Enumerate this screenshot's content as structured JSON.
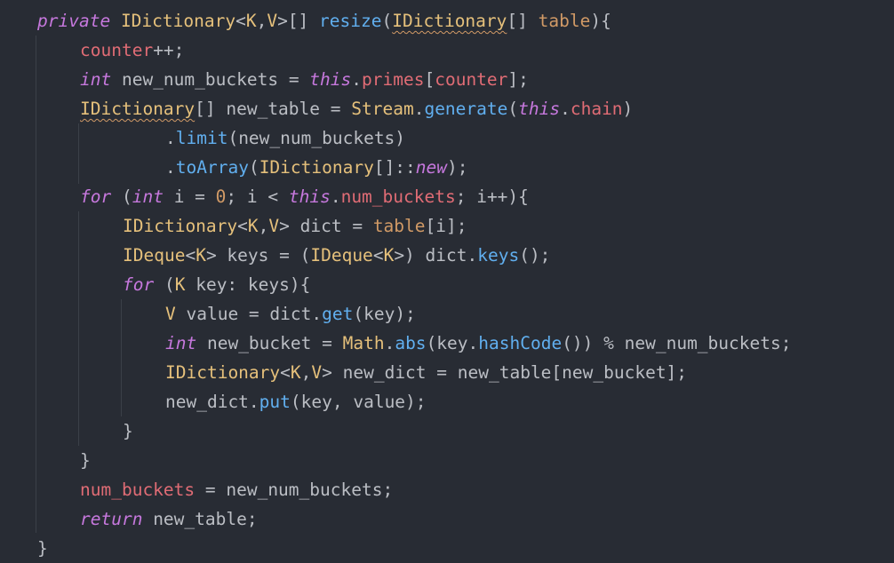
{
  "editor": {
    "background": "#282c34",
    "colors": {
      "keyword": "#c678dd",
      "function": "#61afef",
      "field": "#e06c75",
      "type": "#e5c07b",
      "number": "#d19a66",
      "plain": "#bbbec4"
    },
    "lines": [
      {
        "indent": 0,
        "tokens": [
          {
            "t": "private",
            "c": "kw"
          },
          {
            "t": " ",
            "c": "pl"
          },
          {
            "t": "IDictionary",
            "c": "typ"
          },
          {
            "t": "<",
            "c": "pl"
          },
          {
            "t": "K",
            "c": "typ"
          },
          {
            "t": ",",
            "c": "pl"
          },
          {
            "t": "V",
            "c": "typ"
          },
          {
            "t": ">[] ",
            "c": "pl"
          },
          {
            "t": "resize",
            "c": "fn"
          },
          {
            "t": "(",
            "c": "pl"
          },
          {
            "t": "IDictionary",
            "c": "typ squig"
          },
          {
            "t": "[] ",
            "c": "pl"
          },
          {
            "t": "table",
            "c": "par"
          },
          {
            "t": "){",
            "c": "pl"
          }
        ]
      },
      {
        "indent": 1,
        "tokens": [
          {
            "t": "counter",
            "c": "fld"
          },
          {
            "t": "++;",
            "c": "pl"
          }
        ]
      },
      {
        "indent": 1,
        "tokens": [
          {
            "t": "int",
            "c": "kw"
          },
          {
            "t": " new_num_buckets = ",
            "c": "pl"
          },
          {
            "t": "this",
            "c": "kw"
          },
          {
            "t": ".",
            "c": "pl"
          },
          {
            "t": "primes",
            "c": "fld"
          },
          {
            "t": "[",
            "c": "pl"
          },
          {
            "t": "counter",
            "c": "fld"
          },
          {
            "t": "];",
            "c": "pl"
          }
        ]
      },
      {
        "indent": 1,
        "tokens": [
          {
            "t": "IDictionary",
            "c": "typ squig"
          },
          {
            "t": "[] new_table = ",
            "c": "pl"
          },
          {
            "t": "Stream",
            "c": "typ"
          },
          {
            "t": ".",
            "c": "pl"
          },
          {
            "t": "generate",
            "c": "fn"
          },
          {
            "t": "(",
            "c": "pl"
          },
          {
            "t": "this",
            "c": "kw"
          },
          {
            "t": ".",
            "c": "pl"
          },
          {
            "t": "chain",
            "c": "fld"
          },
          {
            "t": ")",
            "c": "pl"
          }
        ]
      },
      {
        "indent": 3,
        "tokens": [
          {
            "t": ".",
            "c": "pl"
          },
          {
            "t": "limit",
            "c": "fn"
          },
          {
            "t": "(new_num_buckets)",
            "c": "pl"
          }
        ]
      },
      {
        "indent": 3,
        "tokens": [
          {
            "t": ".",
            "c": "pl"
          },
          {
            "t": "toArray",
            "c": "fn"
          },
          {
            "t": "(",
            "c": "pl"
          },
          {
            "t": "IDictionary",
            "c": "typ"
          },
          {
            "t": "[]::",
            "c": "pl"
          },
          {
            "t": "new",
            "c": "kw"
          },
          {
            "t": ");",
            "c": "pl"
          }
        ]
      },
      {
        "indent": 1,
        "tokens": [
          {
            "t": "for",
            "c": "kw"
          },
          {
            "t": " (",
            "c": "pl"
          },
          {
            "t": "int",
            "c": "kw"
          },
          {
            "t": " i = ",
            "c": "pl"
          },
          {
            "t": "0",
            "c": "num"
          },
          {
            "t": "; i < ",
            "c": "pl"
          },
          {
            "t": "this",
            "c": "kw"
          },
          {
            "t": ".",
            "c": "pl"
          },
          {
            "t": "num_buckets",
            "c": "fld"
          },
          {
            "t": "; i++){",
            "c": "pl"
          }
        ]
      },
      {
        "indent": 2,
        "tokens": [
          {
            "t": "IDictionary",
            "c": "typ"
          },
          {
            "t": "<",
            "c": "pl"
          },
          {
            "t": "K",
            "c": "typ"
          },
          {
            "t": ",",
            "c": "pl"
          },
          {
            "t": "V",
            "c": "typ"
          },
          {
            "t": "> dict = ",
            "c": "pl"
          },
          {
            "t": "table",
            "c": "par"
          },
          {
            "t": "[i];",
            "c": "pl"
          }
        ]
      },
      {
        "indent": 2,
        "tokens": [
          {
            "t": "IDeque",
            "c": "typ"
          },
          {
            "t": "<",
            "c": "pl"
          },
          {
            "t": "K",
            "c": "typ"
          },
          {
            "t": "> keys = (",
            "c": "pl"
          },
          {
            "t": "IDeque",
            "c": "typ"
          },
          {
            "t": "<",
            "c": "pl"
          },
          {
            "t": "K",
            "c": "typ"
          },
          {
            "t": ">) dict.",
            "c": "pl"
          },
          {
            "t": "keys",
            "c": "fn"
          },
          {
            "t": "();",
            "c": "pl"
          }
        ]
      },
      {
        "indent": 2,
        "tokens": [
          {
            "t": "for",
            "c": "kw"
          },
          {
            "t": " (",
            "c": "pl"
          },
          {
            "t": "K",
            "c": "typ"
          },
          {
            "t": " key: keys){",
            "c": "pl"
          }
        ]
      },
      {
        "indent": 3,
        "tokens": [
          {
            "t": "V",
            "c": "typ"
          },
          {
            "t": " value = dict.",
            "c": "pl"
          },
          {
            "t": "get",
            "c": "fn"
          },
          {
            "t": "(key);",
            "c": "pl"
          }
        ]
      },
      {
        "indent": 3,
        "tokens": [
          {
            "t": "int",
            "c": "kw"
          },
          {
            "t": " new_bucket = ",
            "c": "pl"
          },
          {
            "t": "Math",
            "c": "typ"
          },
          {
            "t": ".",
            "c": "pl"
          },
          {
            "t": "abs",
            "c": "fn"
          },
          {
            "t": "(key.",
            "c": "pl"
          },
          {
            "t": "hashCode",
            "c": "fn"
          },
          {
            "t": "()) % new_num_buckets;",
            "c": "pl"
          }
        ]
      },
      {
        "indent": 3,
        "tokens": [
          {
            "t": "IDictionary",
            "c": "typ"
          },
          {
            "t": "<",
            "c": "pl"
          },
          {
            "t": "K",
            "c": "typ"
          },
          {
            "t": ",",
            "c": "pl"
          },
          {
            "t": "V",
            "c": "typ"
          },
          {
            "t": "> new_dict = new_table[new_bucket];",
            "c": "pl"
          }
        ]
      },
      {
        "indent": 3,
        "tokens": [
          {
            "t": "new_dict.",
            "c": "pl"
          },
          {
            "t": "put",
            "c": "fn"
          },
          {
            "t": "(key, value);",
            "c": "pl"
          }
        ]
      },
      {
        "indent": 2,
        "tokens": [
          {
            "t": "}",
            "c": "pl"
          }
        ]
      },
      {
        "indent": 1,
        "tokens": [
          {
            "t": "}",
            "c": "pl"
          }
        ]
      },
      {
        "indent": 1,
        "tokens": [
          {
            "t": "num_buckets",
            "c": "fld"
          },
          {
            "t": " = new_num_buckets;",
            "c": "pl"
          }
        ]
      },
      {
        "indent": 1,
        "tokens": [
          {
            "t": "return",
            "c": "kw"
          },
          {
            "t": " new_table;",
            "c": "pl"
          }
        ]
      },
      {
        "indent": 0,
        "tokens": [
          {
            "t": "}",
            "c": "pl"
          }
        ]
      }
    ]
  }
}
